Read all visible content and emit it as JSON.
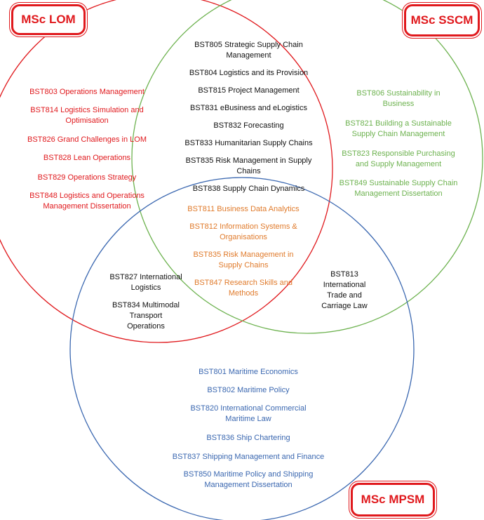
{
  "colors": {
    "lom": "#e0191d",
    "sscm": "#6db24f",
    "mpsm": "#3a67b0",
    "core_common": "#e07b2c",
    "text_shared": "#111111"
  },
  "programmes": {
    "lom": "MSc LOM",
    "sscm": "MSc SSCM",
    "mpsm": "MSc MPSM"
  },
  "modules": {
    "lom_only": [
      "BST803 Operations Management",
      "BST814 Logistics Simulation and Optimisation",
      "BST826 Grand Challenges in LOM",
      "BST828 Lean Operations",
      "BST829 Operations Strategy",
      "BST848 Logistics and Operations Management Dissertation"
    ],
    "lom_sscm": [
      "BST805 Strategic Supply Chain Management",
      "BST804 Logistics and its Provision",
      "BST815 Project Management",
      "BST831 eBusiness and eLogistics",
      "BST832 Forecasting",
      "BST833 Humanitarian Supply Chains",
      "BST835 Risk Management in Supply Chains",
      "BST838 Supply Chain Dynamics"
    ],
    "sscm_only": [
      "BST806 Sustainability in Business",
      "BST821 Building a Sustainable Supply Chain Management",
      "BST823 Responsible Purchasing and Supply Management",
      "BST849 Sustainable Supply Chain Management Dissertation"
    ],
    "all_three": [
      "BST811 Business Data Analytics",
      "BST812 Information Systems & Organisations",
      "BST835 Risk Management in Supply Chains",
      "BST847 Research Skills and Methods"
    ],
    "lom_mpsm": [
      "BST827 International Logistics",
      "BST834 Multimodal Transport Operations"
    ],
    "sscm_mpsm": [
      "BST813 International Trade and Carriage Law"
    ],
    "mpsm_only": [
      "BST801 Maritime Economics",
      "BST802 Maritime Policy",
      "BST820 International Commercial Maritime Law",
      "BST836 Ship Chartering",
      "BST837 Shipping Management and Finance",
      "BST850 Maritime Policy and Shipping Management Dissertation"
    ]
  }
}
